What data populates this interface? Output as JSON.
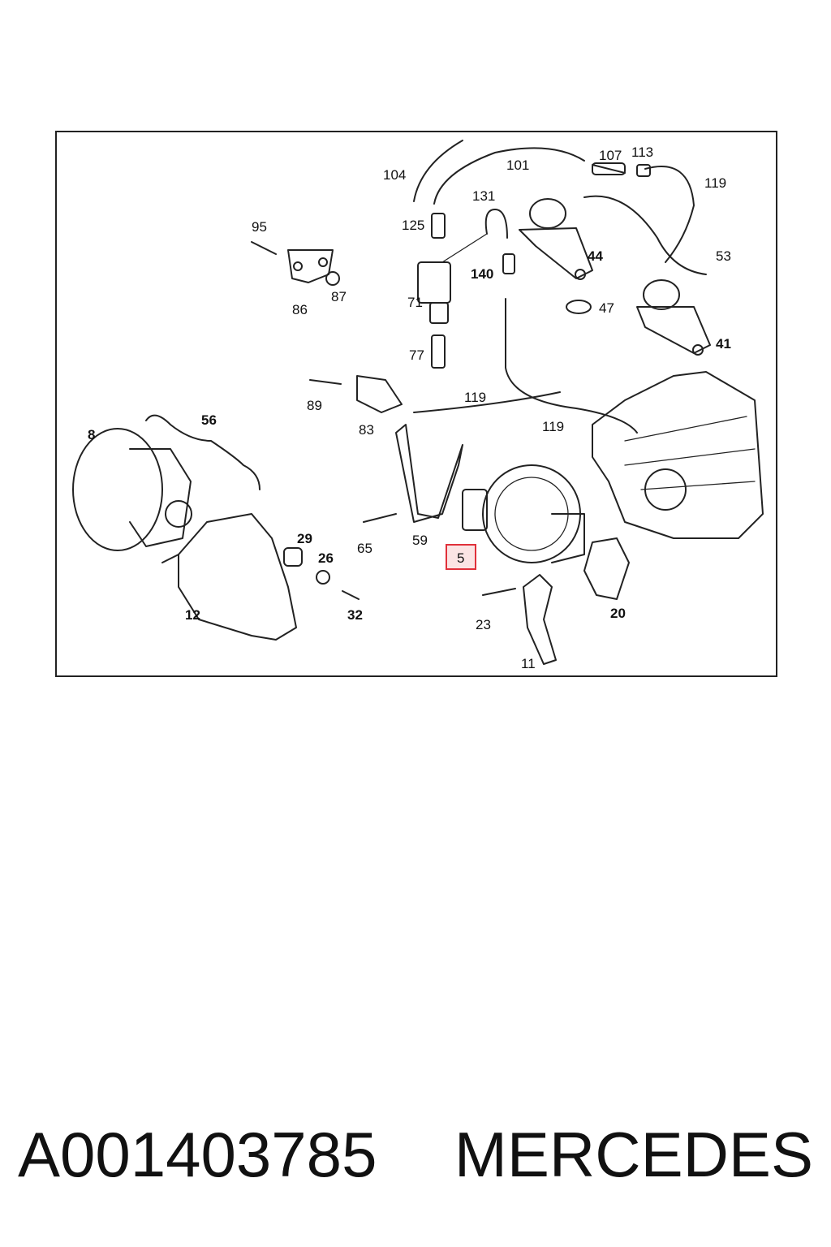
{
  "diagram": {
    "callouts": [
      {
        "id": "104",
        "bold": false
      },
      {
        "id": "101",
        "bold": false
      },
      {
        "id": "107",
        "bold": false
      },
      {
        "id": "113",
        "bold": false
      },
      {
        "id": "119a",
        "text": "119",
        "bold": false
      },
      {
        "id": "131",
        "bold": false
      },
      {
        "id": "125",
        "bold": false
      },
      {
        "id": "95",
        "bold": false
      },
      {
        "id": "53",
        "bold": false
      },
      {
        "id": "44",
        "bold": true
      },
      {
        "id": "140",
        "bold": true
      },
      {
        "id": "71",
        "bold": false
      },
      {
        "id": "86",
        "bold": false
      },
      {
        "id": "87",
        "bold": false
      },
      {
        "id": "47",
        "bold": false
      },
      {
        "id": "41",
        "bold": true
      },
      {
        "id": "77",
        "bold": false
      },
      {
        "id": "89",
        "bold": false
      },
      {
        "id": "119b",
        "text": "119",
        "bold": false
      },
      {
        "id": "83",
        "bold": false
      },
      {
        "id": "119c",
        "text": "119",
        "bold": false
      },
      {
        "id": "56",
        "bold": true
      },
      {
        "id": "8",
        "bold": true
      },
      {
        "id": "65",
        "bold": false
      },
      {
        "id": "59",
        "bold": false
      },
      {
        "id": "29",
        "bold": true
      },
      {
        "id": "26",
        "bold": true
      },
      {
        "id": "12",
        "bold": true
      },
      {
        "id": "32",
        "bold": true
      },
      {
        "id": "23",
        "bold": false
      },
      {
        "id": "20",
        "bold": true
      },
      {
        "id": "11",
        "bold": false
      },
      {
        "id": "5",
        "bold": false,
        "highlighted": true
      }
    ],
    "labels": {
      "l104": "104",
      "l101": "101",
      "l107": "107",
      "l113": "113",
      "l119a": "119",
      "l131": "131",
      "l125": "125",
      "l95": "95",
      "l53": "53",
      "l44": "44",
      "l140": "140",
      "l71": "71",
      "l86": "86",
      "l87": "87",
      "l47": "47",
      "l41": "41",
      "l77": "77",
      "l89": "89",
      "l119b": "119",
      "l83": "83",
      "l119c": "119",
      "l56": "56",
      "l8": "8",
      "l65": "65",
      "l59": "59",
      "l29": "29",
      "l26": "26",
      "l12": "12",
      "l32": "32",
      "l23": "23",
      "l20": "20",
      "l11": "11",
      "l5": "5"
    },
    "highlight_color": "#e0303a"
  },
  "caption": {
    "part_number": "A001403785",
    "brand": "MERCEDES"
  }
}
